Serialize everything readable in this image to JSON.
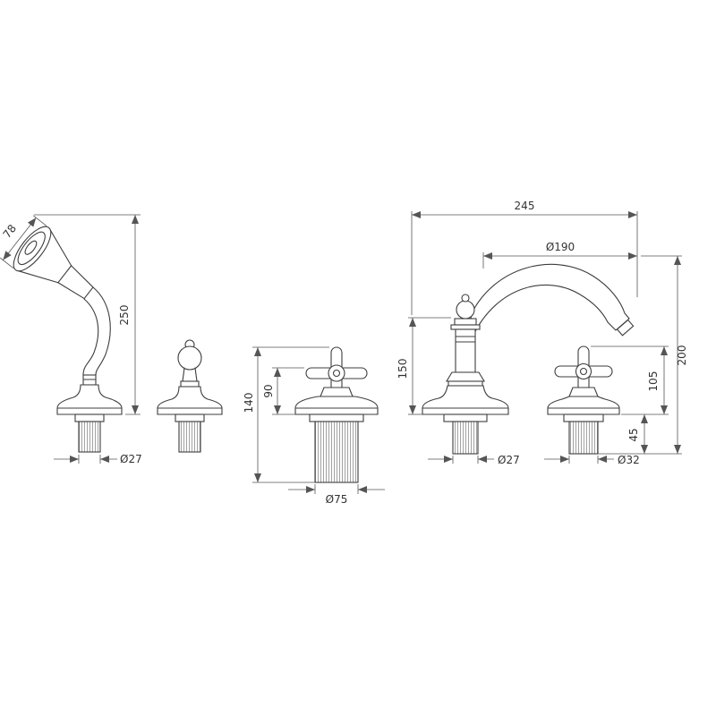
{
  "drawing": {
    "title": "bath-faucet-technical-drawing",
    "line_color": "#3d3d3d",
    "dim_color": "#555555",
    "dims": {
      "shower_head_width": "78",
      "shower_height": "250",
      "shower_thread_dia": "Ø27",
      "left_handle_upper_height": "90",
      "left_handle_total_height": "140",
      "left_handle_base_dia": "Ø75",
      "spout_span": "245",
      "spout_reach_dia": "Ø190",
      "body_height": "150",
      "total_height": "200",
      "right_handle_height": "105",
      "thread_length": "45",
      "body_thread_dia": "Ø27",
      "right_handle_thread_dia": "Ø32"
    }
  }
}
